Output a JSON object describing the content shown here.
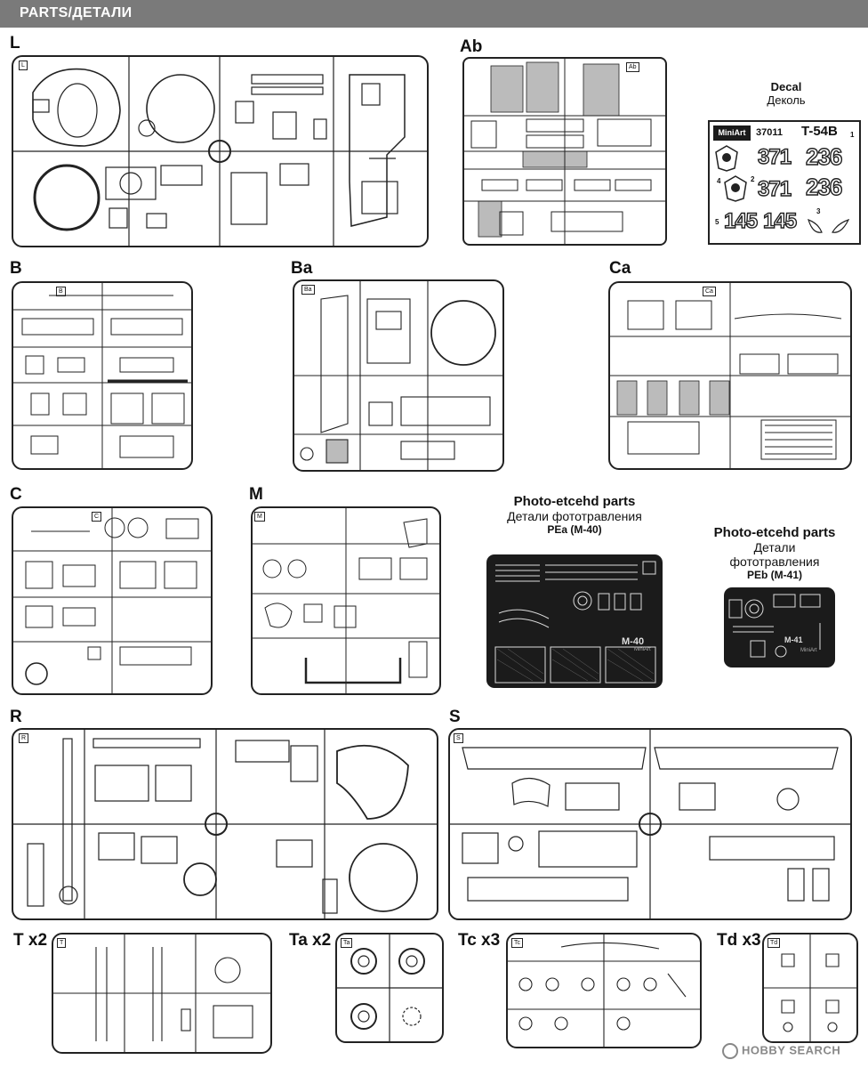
{
  "header": {
    "title": "PARTS/ДЕТАЛИ"
  },
  "sprues": [
    {
      "id": "L",
      "label": "L",
      "tag": "L"
    },
    {
      "id": "Ab",
      "label": "Ab",
      "tag": "Ab"
    },
    {
      "id": "B",
      "label": "B",
      "tag": "B"
    },
    {
      "id": "Ba",
      "label": "Ba",
      "tag": "Ba"
    },
    {
      "id": "Ca",
      "label": "Ca",
      "tag": "Ca"
    },
    {
      "id": "C",
      "label": "C",
      "tag": "C"
    },
    {
      "id": "M",
      "label": "M",
      "tag": "M"
    },
    {
      "id": "R",
      "label": "R",
      "tag": "R"
    },
    {
      "id": "S",
      "label": "S",
      "tag": "S"
    },
    {
      "id": "T",
      "label": "T x2",
      "tag": "T"
    },
    {
      "id": "Ta",
      "label": "Ta x2",
      "tag": "Ta"
    },
    {
      "id": "Tc",
      "label": "Tc x3",
      "tag": "Tc"
    },
    {
      "id": "Td",
      "label": "Td x3",
      "tag": "Td"
    }
  ],
  "decal": {
    "title_en": "Decal",
    "title_ru": "Деколь",
    "brand": "MiniArt",
    "kit_number": "37011",
    "model": "T-54B",
    "numbers": [
      "371",
      "236",
      "371",
      "236",
      "145",
      "145"
    ],
    "markers": [
      "1",
      "2",
      "3",
      "4",
      "5"
    ]
  },
  "photo_etch": [
    {
      "title_en": "Photo-etcehd parts",
      "title_ru": "Детали фототравления",
      "code": "PEa (M-40)",
      "plate_mark": "M-40",
      "plate_brand": "MiniArt"
    },
    {
      "title_en": "Photo-etcehd parts",
      "title_ru": "Детали фототравления",
      "code": "PEb (M-41)",
      "plate_mark": "M-41",
      "plate_brand": "MiniArt"
    }
  ],
  "watermark": "HOBBY SEARCH"
}
